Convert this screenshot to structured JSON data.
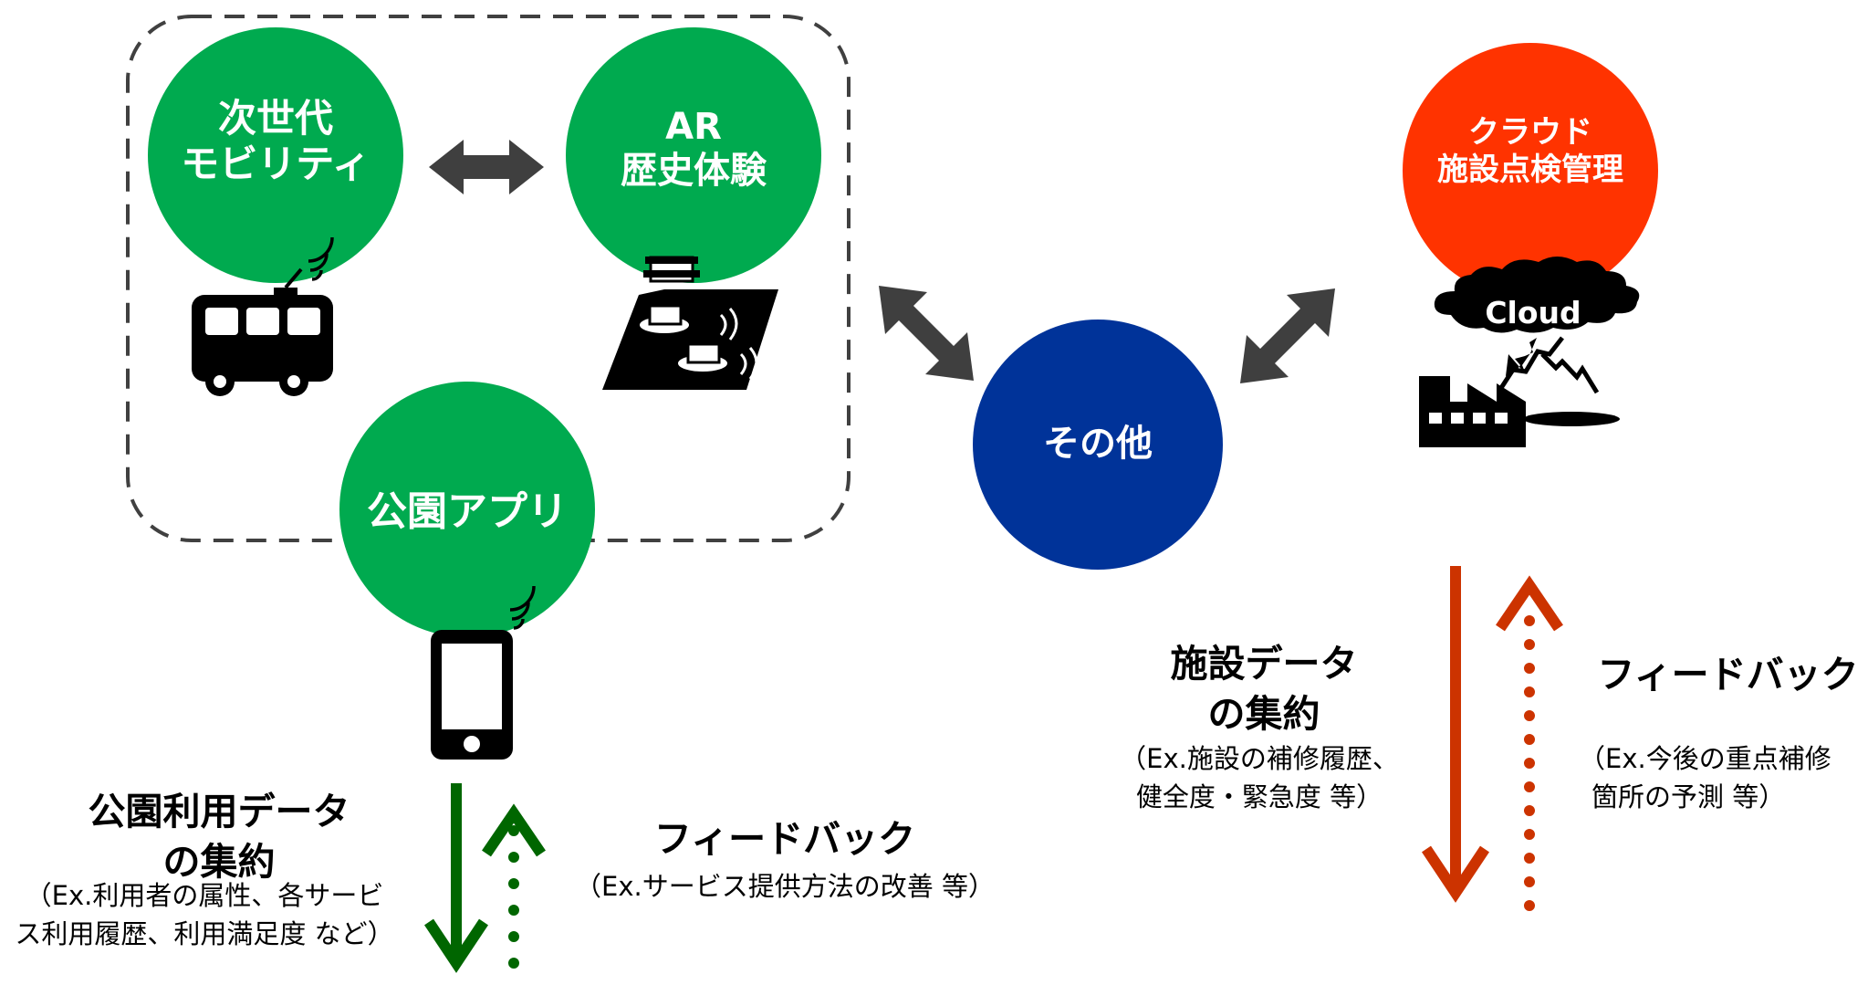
{
  "nodes": {
    "mobility": {
      "line1": "次世代",
      "line2": "モビリティ",
      "color": "#00AA4F"
    },
    "ar": {
      "line1": "AR",
      "line2": "歴史体験",
      "color": "#00AA4F"
    },
    "park_app": {
      "label": "公園アプリ",
      "color": "#00AA4F"
    },
    "other": {
      "label": "その他",
      "color": "#003399"
    },
    "cloud_mgmt": {
      "line1": "クラウド",
      "line2": "施設点検管理",
      "color": "#FF3300"
    },
    "cloud_badge": {
      "label": "Cloud"
    }
  },
  "left_flow": {
    "collect_title_1": "公園利用データ",
    "collect_title_2": "の集約",
    "collect_example_1": "（Ex.利用者の属性、各サービ",
    "collect_example_2": "ス利用履歴、利用満足度 など）",
    "feedback_title": "フィードバック",
    "feedback_example": "（Ex.サービス提供方法の改善 等）",
    "color": "#006600"
  },
  "right_flow": {
    "collect_title_1": "施設データ",
    "collect_title_2": "の集約",
    "collect_example_1": "（Ex.施設の補修履歴、",
    "collect_example_2": "健全度・緊急度 等）",
    "feedback_title": "フィードバック",
    "feedback_example_1": "（Ex.今後の重点補修",
    "feedback_example_2": "箇所の予測 等）",
    "color": "#CC3300"
  },
  "colors": {
    "connector": "#3F3F3F",
    "dashed_border": "#404040",
    "icon": "#000000"
  }
}
